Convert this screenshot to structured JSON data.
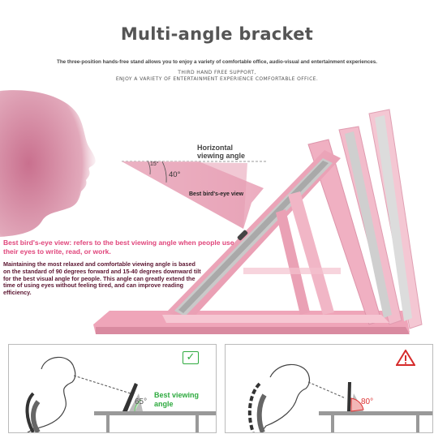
{
  "title": "Multi-angle bracket",
  "subtitle": "The three-position hands-free stand allows you to enjoy a variety of comfortable office, audio-visual and entertainment experiences.",
  "support_line_1": "THIRD HAND FREE SUPPORT,",
  "support_line_2": "ENJOY A VARIETY OF ENTERTAINMENT EXPERIENCE COMFORTABLE OFFICE.",
  "diagram": {
    "horizontal_label": "Horizontal viewing angle",
    "angle_15": "15°",
    "angle_40": "40°",
    "best_view_label": "Best bird's-eye view"
  },
  "description": {
    "heading": "Best bird's-eye view: refers to the best viewing angle when people use their eyes to write, read, or work.",
    "body": "Maintaining the most relaxed and comfortable viewing angle is based on the standard of 90 degrees forward and 15-40 degrees downward tilt for the best visual angle for people. This angle can greatly extend the time of using eyes without feeling tired, and can improve reading efficiency."
  },
  "comparison": {
    "good": {
      "angle": "65°",
      "label": "Best viewing angle",
      "icon": "check-icon",
      "color": "#2eaa3f"
    },
    "bad": {
      "angle": "80°",
      "icon": "warning-icon",
      "color": "#d62b2b"
    }
  },
  "colors": {
    "pink": "#e8a3b8",
    "accent": "#e0457b"
  }
}
